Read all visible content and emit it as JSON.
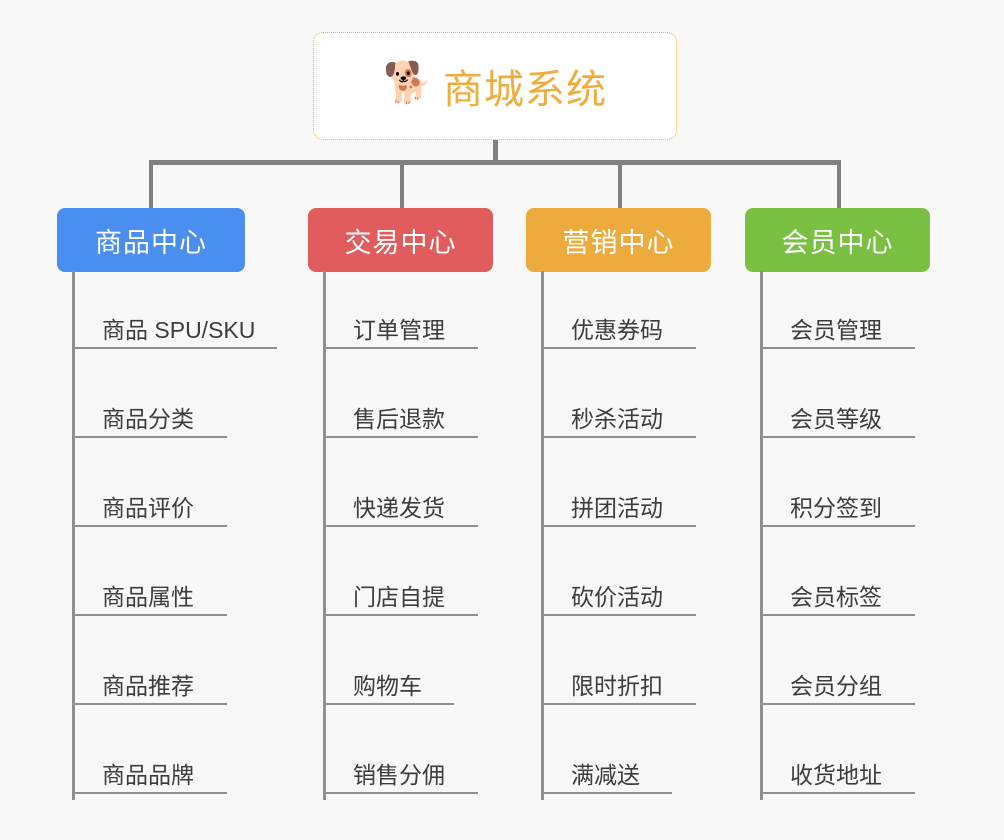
{
  "diagram": {
    "type": "mindmap-tree",
    "background_color": "#f8f8f8",
    "connector_color": "#808080"
  },
  "root": {
    "title": "商城系统",
    "icon": "shiba-dog-face-emoji",
    "emoji": "🐕",
    "text_color": "#f0ad3c",
    "border_color": "#f0b13a",
    "background_color": "#ffffff"
  },
  "columns": [
    {
      "title": "商品中心",
      "color": "#4a8ef0",
      "items": [
        "商品 SPU/SKU",
        "商品分类",
        "商品评价",
        "商品属性",
        "商品推荐",
        "商品品牌"
      ]
    },
    {
      "title": "交易中心",
      "color": "#e15c5c",
      "items": [
        "订单管理",
        "售后退款",
        "快递发货",
        "门店自提",
        "购物车",
        "销售分佣"
      ]
    },
    {
      "title": "营销中心",
      "color": "#edab3e",
      "items": [
        "优惠券码",
        "秒杀活动",
        "拼团活动",
        "砍价活动",
        "限时折扣",
        "满减送"
      ]
    },
    {
      "title": "会员中心",
      "color": "#7ac143",
      "items": [
        "会员管理",
        "会员等级",
        "积分签到",
        "会员标签",
        "会员分组",
        "收货地址"
      ]
    }
  ]
}
